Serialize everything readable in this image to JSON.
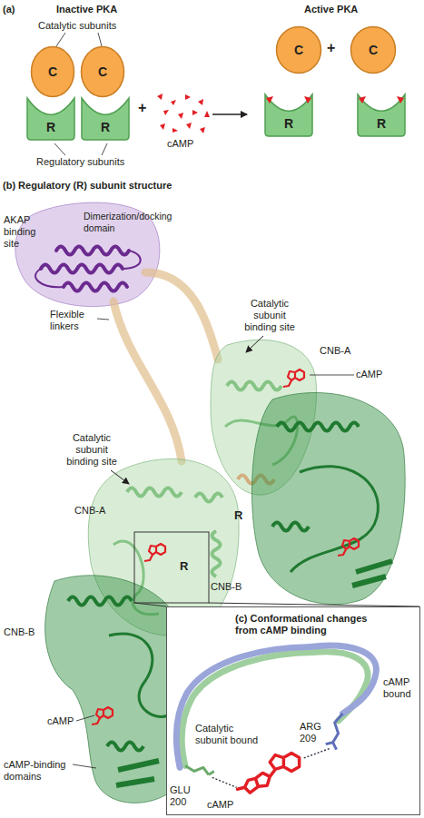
{
  "diagram": {
    "nodes": [
      {
        "text": [
          "C"
        ]
      },
      {
        "text": [
          "C"
        ]
      },
      {
        "text": [
          "R"
        ]
      },
      {
        "text": [
          "R"
        ]
      },
      {
        "text": [
          "C"
        ]
      },
      {
        "text": [
          "C"
        ]
      },
      {
        "text": [
          "R"
        ]
      },
      {
        "text": [
          "R"
        ]
      },
      {
        "text": [
          "(c) Conformational changes from cAMP binding"
        ]
      }
    ],
    "labels": [
      "(a)",
      "Inactive PKA",
      "Active PKA",
      "Catalytic subunits",
      "+",
      "cAMP",
      "Regulatory subunits",
      "+",
      "(b) Regulatory (R) subunit structure",
      "AKAP binding site",
      "Dimerization/docking domain",
      "Flexible linkers",
      "Catalytic subunit binding site",
      "CNB-A",
      "cAMP",
      "R",
      "CNB-B",
      "Catalytic subunit binding site",
      "CNB-A",
      "R",
      "CNB-B",
      "cAMP",
      "cAMP-binding domains",
      "cAMP bound",
      "ARG 209",
      "Catalytic subunit bound",
      "GLU 200",
      "cAMP"
    ]
  }
}
